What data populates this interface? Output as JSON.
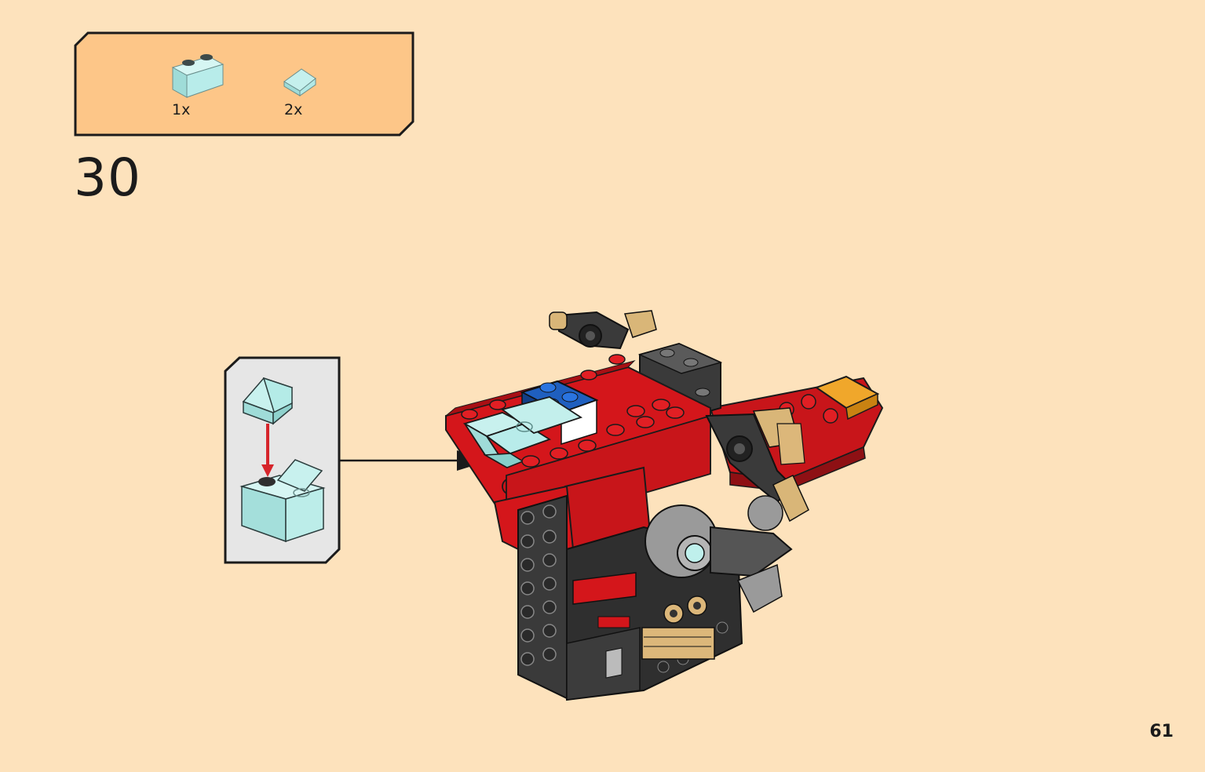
{
  "parts_list": {
    "items": [
      {
        "part": "transparent-light-blue-1x2-brick-with-studs-icon",
        "quantity": "1x"
      },
      {
        "part": "transparent-light-blue-slope-1x1-icon",
        "quantity": "2x"
      }
    ]
  },
  "step": {
    "number": "30"
  },
  "page": {
    "number": "61"
  },
  "colors": {
    "background": "#fde2bc",
    "parts_box": "#fdc688",
    "callout_box": "#e6e6e6",
    "trans_light_blue": "#b5ece8",
    "red": "#d4161b",
    "black_part": "#2f2f2f",
    "blue": "#1f5fbf",
    "yellow_orange": "#f0a72b",
    "tan": "#dcb77a",
    "arrow_red": "#d6252b"
  },
  "icons": [
    "callout-arrow-icon",
    "assembly-down-arrow-icon"
  ]
}
